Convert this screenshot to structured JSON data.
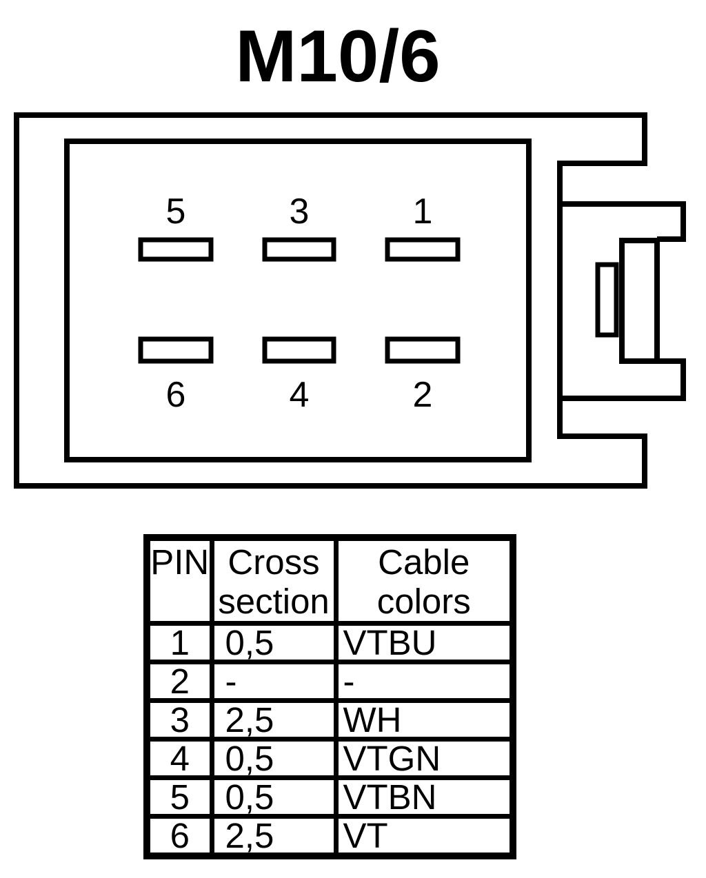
{
  "title": "M10/6",
  "colors": {
    "line": "#000000",
    "background": "#ffffff"
  },
  "connector": {
    "pins_top": [
      {
        "number": "5"
      },
      {
        "number": "3"
      },
      {
        "number": "1"
      }
    ],
    "pins_bottom": [
      {
        "number": "6"
      },
      {
        "number": "4"
      },
      {
        "number": "2"
      }
    ]
  },
  "pin_table": {
    "headers": {
      "pin": "PIN",
      "cross_section": "Cross section",
      "cable_colors": "Cable colors"
    },
    "rows": [
      {
        "pin": "1",
        "cross_section": "0,5",
        "cable_color": "VTBU"
      },
      {
        "pin": "2",
        "cross_section": "-",
        "cable_color": "-"
      },
      {
        "pin": "3",
        "cross_section": "2,5",
        "cable_color": "WH"
      },
      {
        "pin": "4",
        "cross_section": "0,5",
        "cable_color": "VTGN"
      },
      {
        "pin": "5",
        "cross_section": "0,5",
        "cable_color": "VTBN"
      },
      {
        "pin": "6",
        "cross_section": "2,5",
        "cable_color": "VT"
      }
    ]
  }
}
